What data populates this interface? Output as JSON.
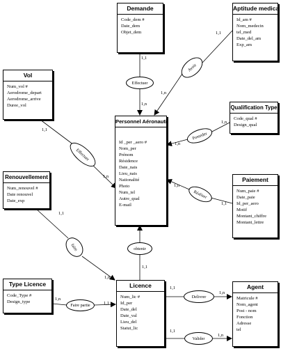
{
  "entities": {
    "demande": {
      "title": "Demande",
      "attributes": [
        "Code_dem #",
        "Date_dem",
        "Objet_dem"
      ]
    },
    "aptitude": {
      "title": "Aptitude medicale",
      "attributes": [
        "Id_am #",
        "Nom_medecin",
        "tel_med",
        "Date_del_am",
        "Exp_am"
      ]
    },
    "vol": {
      "title": "Vol",
      "attributes": [
        "Num_vol #",
        "Aerodrome_depart",
        "Aerodrome_arrive",
        "Duree_vol"
      ]
    },
    "personnel": {
      "title": "Personnel Aéronautiques",
      "attributes": [
        "Id _per _aero #",
        "Nom_per",
        "Prénom",
        "Résidence",
        "Date_nais",
        "Lieu_nais",
        "Nationalité",
        "Photo",
        "Num_tel",
        "Autre_qual",
        "E-mail"
      ]
    },
    "qualification": {
      "title": "Qualification Type",
      "attributes": [
        "Code_qual #",
        "Design_qual"
      ]
    },
    "renouvellement": {
      "title": "Renouvellement",
      "attributes": [
        "Num_renouvel #",
        "Date renouvel",
        "Date_exp"
      ]
    },
    "paiement": {
      "title": "Paiement",
      "attributes": [
        "Num_paie #",
        "Date_paie",
        "Id_per_aero",
        "Motif",
        "Montant_chiffre",
        "Montant_lettre"
      ]
    },
    "type_licence": {
      "title": "Type Licence",
      "attributes": [
        "Code_Type #",
        "Design_type"
      ]
    },
    "licence": {
      "title": "Licence",
      "attributes": [
        "Num_lic #",
        "Id_per",
        "Date_del",
        "Date_val",
        "Lieu_del",
        "Statut_lic"
      ]
    },
    "agent": {
      "title": "Agent",
      "attributes": [
        "Matricule #",
        "Nom_agent",
        "Post - nom",
        "Fonction",
        "Adresse",
        "tel"
      ]
    }
  },
  "relations": {
    "effectuer": "Effectuer",
    "avoir": "Avoir",
    "effectuer_vol": "Effectuer",
    "posseder": "Posseder",
    "realiser": "Réaliser",
    "faire": "faire",
    "obtenir": "obtenir",
    "faire_partie": "Faire partie",
    "delivrer": "Delivrer",
    "valider": "Valider"
  },
  "cardinalities": {
    "demande_eff": "1,1",
    "eff_pers": "1,n",
    "apt_avoir": "1,1",
    "avoir_pers": "1,n",
    "vol_eff": "1,1",
    "eff_pers_vol": "1,n",
    "qual_pos": "1,n",
    "pos_pers": "1,n",
    "paie_real": "1,1",
    "real_pers": "1,n",
    "ren_faire": "1,1",
    "faire_lic": "1,n",
    "obt_lic": "1,1",
    "tl_fp": "1,n",
    "fp_lic": "1,1",
    "lic_deliv": "1,1",
    "deliv_agent": "1,n",
    "lic_val": "1,1",
    "val_agent": "1,n"
  }
}
